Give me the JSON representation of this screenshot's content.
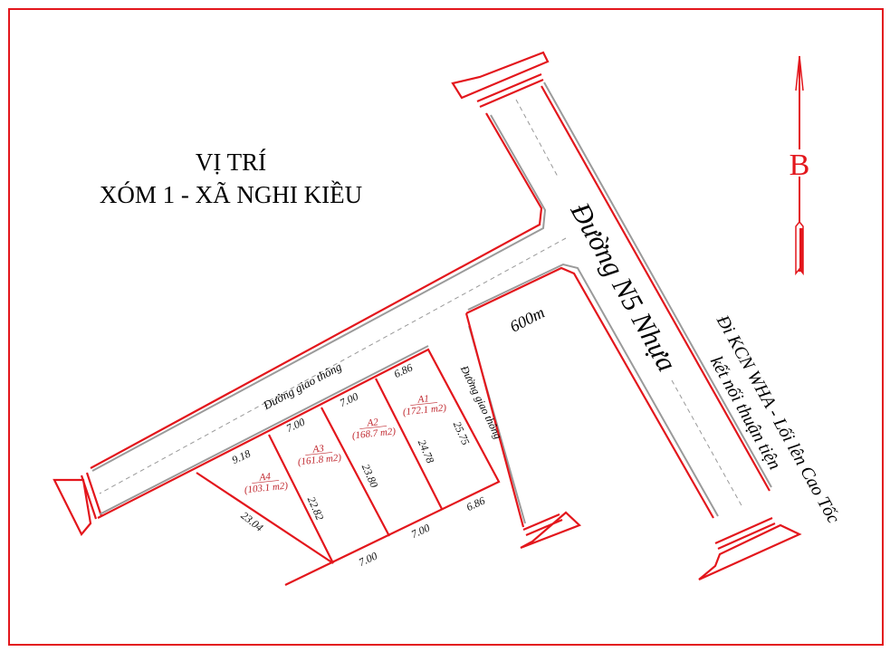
{
  "title": {
    "line1": "VỊ TRÍ",
    "line2": "XÓM 1 - XÃ NGHI KIỀU"
  },
  "north": {
    "label": "B",
    "icon": "north-arrow-icon"
  },
  "roads": {
    "main": "Đường N5 Nhựa",
    "horizontal": "Đường giao thông",
    "side": "Đường giao thông",
    "distance": "600m",
    "note_line1": "Đi KCN WHA - Lối lên Cao Tốc",
    "note_line2": "kết nối thuận tiện"
  },
  "lots": [
    {
      "name": "A1",
      "area": "(172.1 m2)"
    },
    {
      "name": "A2",
      "area": "(168.7 m2)"
    },
    {
      "name": "A3",
      "area": "(161.8 m2)"
    },
    {
      "name": "A4",
      "area": "(103.1 m2)"
    }
  ],
  "dimensions": {
    "a1_top": "6.86",
    "a2_top": "7.00",
    "a3_top": "7.00",
    "a4_top": "9.18",
    "a1_right": "25.75",
    "a1_a2": "24.78",
    "a2_a3": "23.80",
    "a3_a4": "22.82",
    "a4_left": "23.04",
    "a1_bottom": "6.86",
    "a2_bottom": "7.00",
    "a3_bottom": "7.00"
  },
  "colors": {
    "line": "#e3161c",
    "lot_label": "#c0282f",
    "road_edge": "#9a9a9a"
  }
}
